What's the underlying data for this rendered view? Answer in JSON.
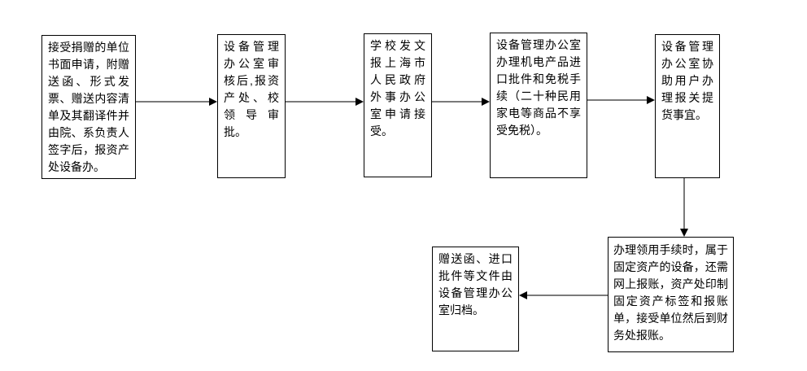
{
  "diagram": {
    "background_color": "#ffffff",
    "box_border_color": "#000000",
    "text_color": "#000000",
    "arrow_shaft_color": "#7a7a7a",
    "arrow_head_color": "#000000",
    "steps": [
      {
        "id": 1,
        "text": "接受捐赠的单位书面申请，附赠送函、形式发票、赠送内容清单及其翻译件并由院、系负责人签字后，报资产处设备办。"
      },
      {
        "id": 2,
        "text": "设备管理办公室审核后,报资产处、校领导审批。"
      },
      {
        "id": 3,
        "text": "学校发文报上海市人民政府外事办公室申请接受。"
      },
      {
        "id": 4,
        "text": "设备管理办公室办理机电产品进口批件和免税手续（二十种民用家电等商品不享受免税）。"
      },
      {
        "id": 5,
        "text": "设备管理办公室协助用户办理报关提货事宜。"
      },
      {
        "id": 6,
        "text": "办理领用手续时，属于固定资产的设备，还需网上报账，资产处印制固定资产标签和报账单，接受单位然后到财务处报账。"
      },
      {
        "id": 7,
        "text": "赠送函、进口批件等文件由设备管理办公室归档。"
      }
    ],
    "connections": [
      {
        "from": 1,
        "to": 2,
        "direction": "right"
      },
      {
        "from": 2,
        "to": 3,
        "direction": "right"
      },
      {
        "from": 3,
        "to": 4,
        "direction": "right"
      },
      {
        "from": 4,
        "to": 5,
        "direction": "right"
      },
      {
        "from": 5,
        "to": 6,
        "direction": "down"
      },
      {
        "from": 6,
        "to": 7,
        "direction": "left"
      }
    ]
  }
}
